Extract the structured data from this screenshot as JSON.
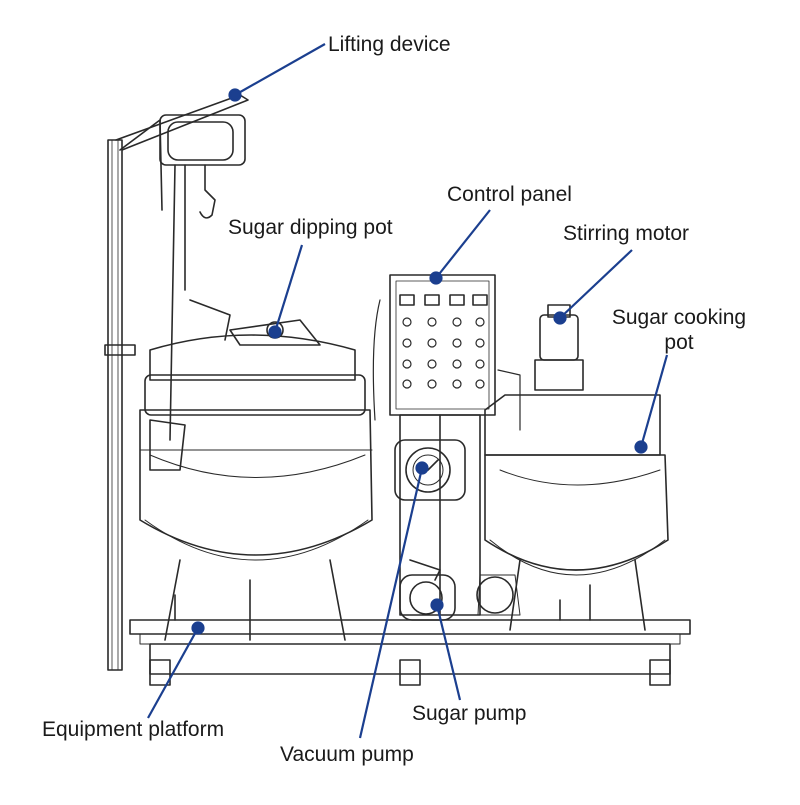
{
  "diagram": {
    "callout_color": "#1b3f8f",
    "line_color": "#2a2a2a",
    "labels": {
      "lifting_device": "Lifting device",
      "sugar_dipping_pot": "Sugar dipping pot",
      "control_panel": "Control panel",
      "stirring_motor": "Stirring motor",
      "sugar_cooking_pot_line1": "Sugar cooking",
      "sugar_cooking_pot_line2": "pot",
      "equipment_platform": "Equipment platform",
      "sugar_pump": "Sugar pump",
      "vacuum_pump": "Vacuum pump"
    }
  }
}
